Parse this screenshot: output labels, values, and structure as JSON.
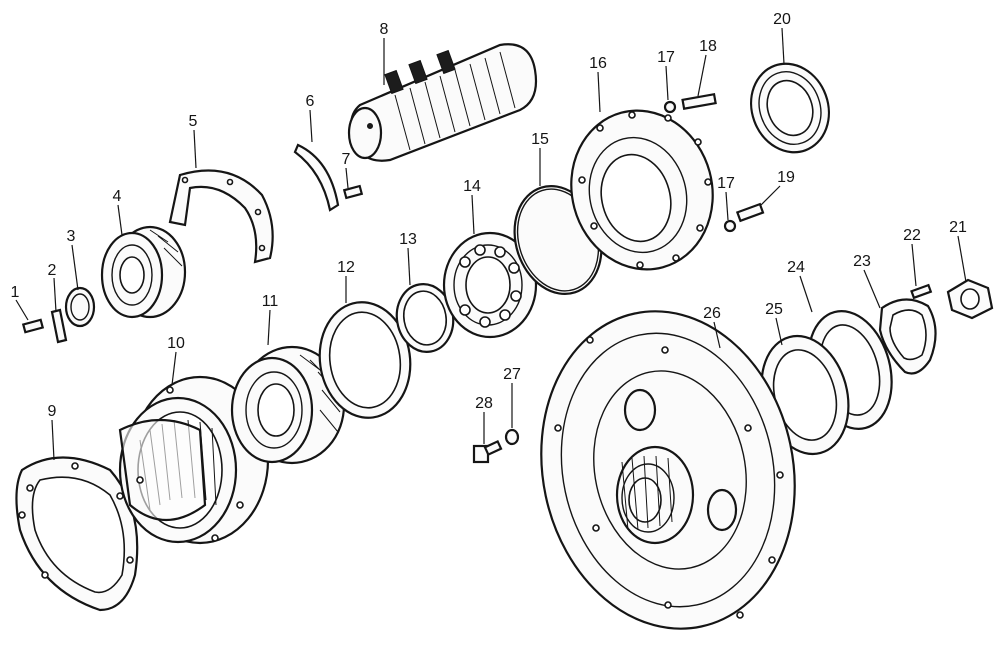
{
  "callouts": [
    {
      "n": "1"
    },
    {
      "n": "2"
    },
    {
      "n": "3"
    },
    {
      "n": "4"
    },
    {
      "n": "5"
    },
    {
      "n": "6"
    },
    {
      "n": "7"
    },
    {
      "n": "8"
    },
    {
      "n": "9"
    },
    {
      "n": "10"
    },
    {
      "n": "11"
    },
    {
      "n": "12"
    },
    {
      "n": "13"
    },
    {
      "n": "14"
    },
    {
      "n": "15"
    },
    {
      "n": "16"
    },
    {
      "n": "17"
    },
    {
      "n": "17"
    },
    {
      "n": "18"
    },
    {
      "n": "19"
    },
    {
      "n": "20"
    },
    {
      "n": "21"
    },
    {
      "n": "22"
    },
    {
      "n": "23"
    },
    {
      "n": "24"
    },
    {
      "n": "25"
    },
    {
      "n": "26"
    },
    {
      "n": "27"
    },
    {
      "n": "28"
    }
  ]
}
